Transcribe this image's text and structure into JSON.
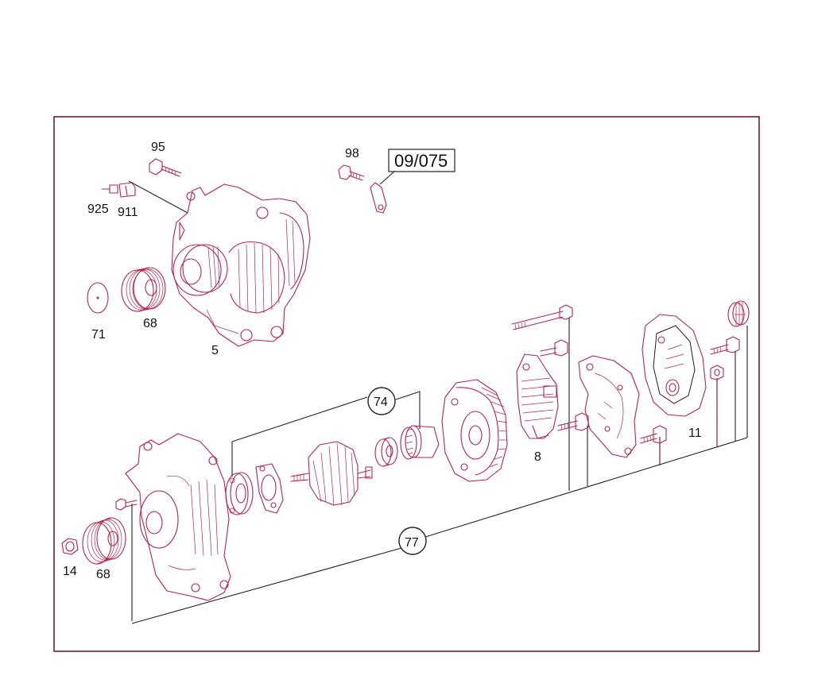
{
  "diagram": {
    "reference": "09/075",
    "labels": {
      "p95": "95",
      "p98": "98",
      "p925": "925",
      "p911": "911",
      "p71": "71",
      "p68_top": "68",
      "p5": "5",
      "p74": "74",
      "p8": "8",
      "p11": "11",
      "p77": "77",
      "p14": "14",
      "p68_bottom": "68"
    }
  }
}
